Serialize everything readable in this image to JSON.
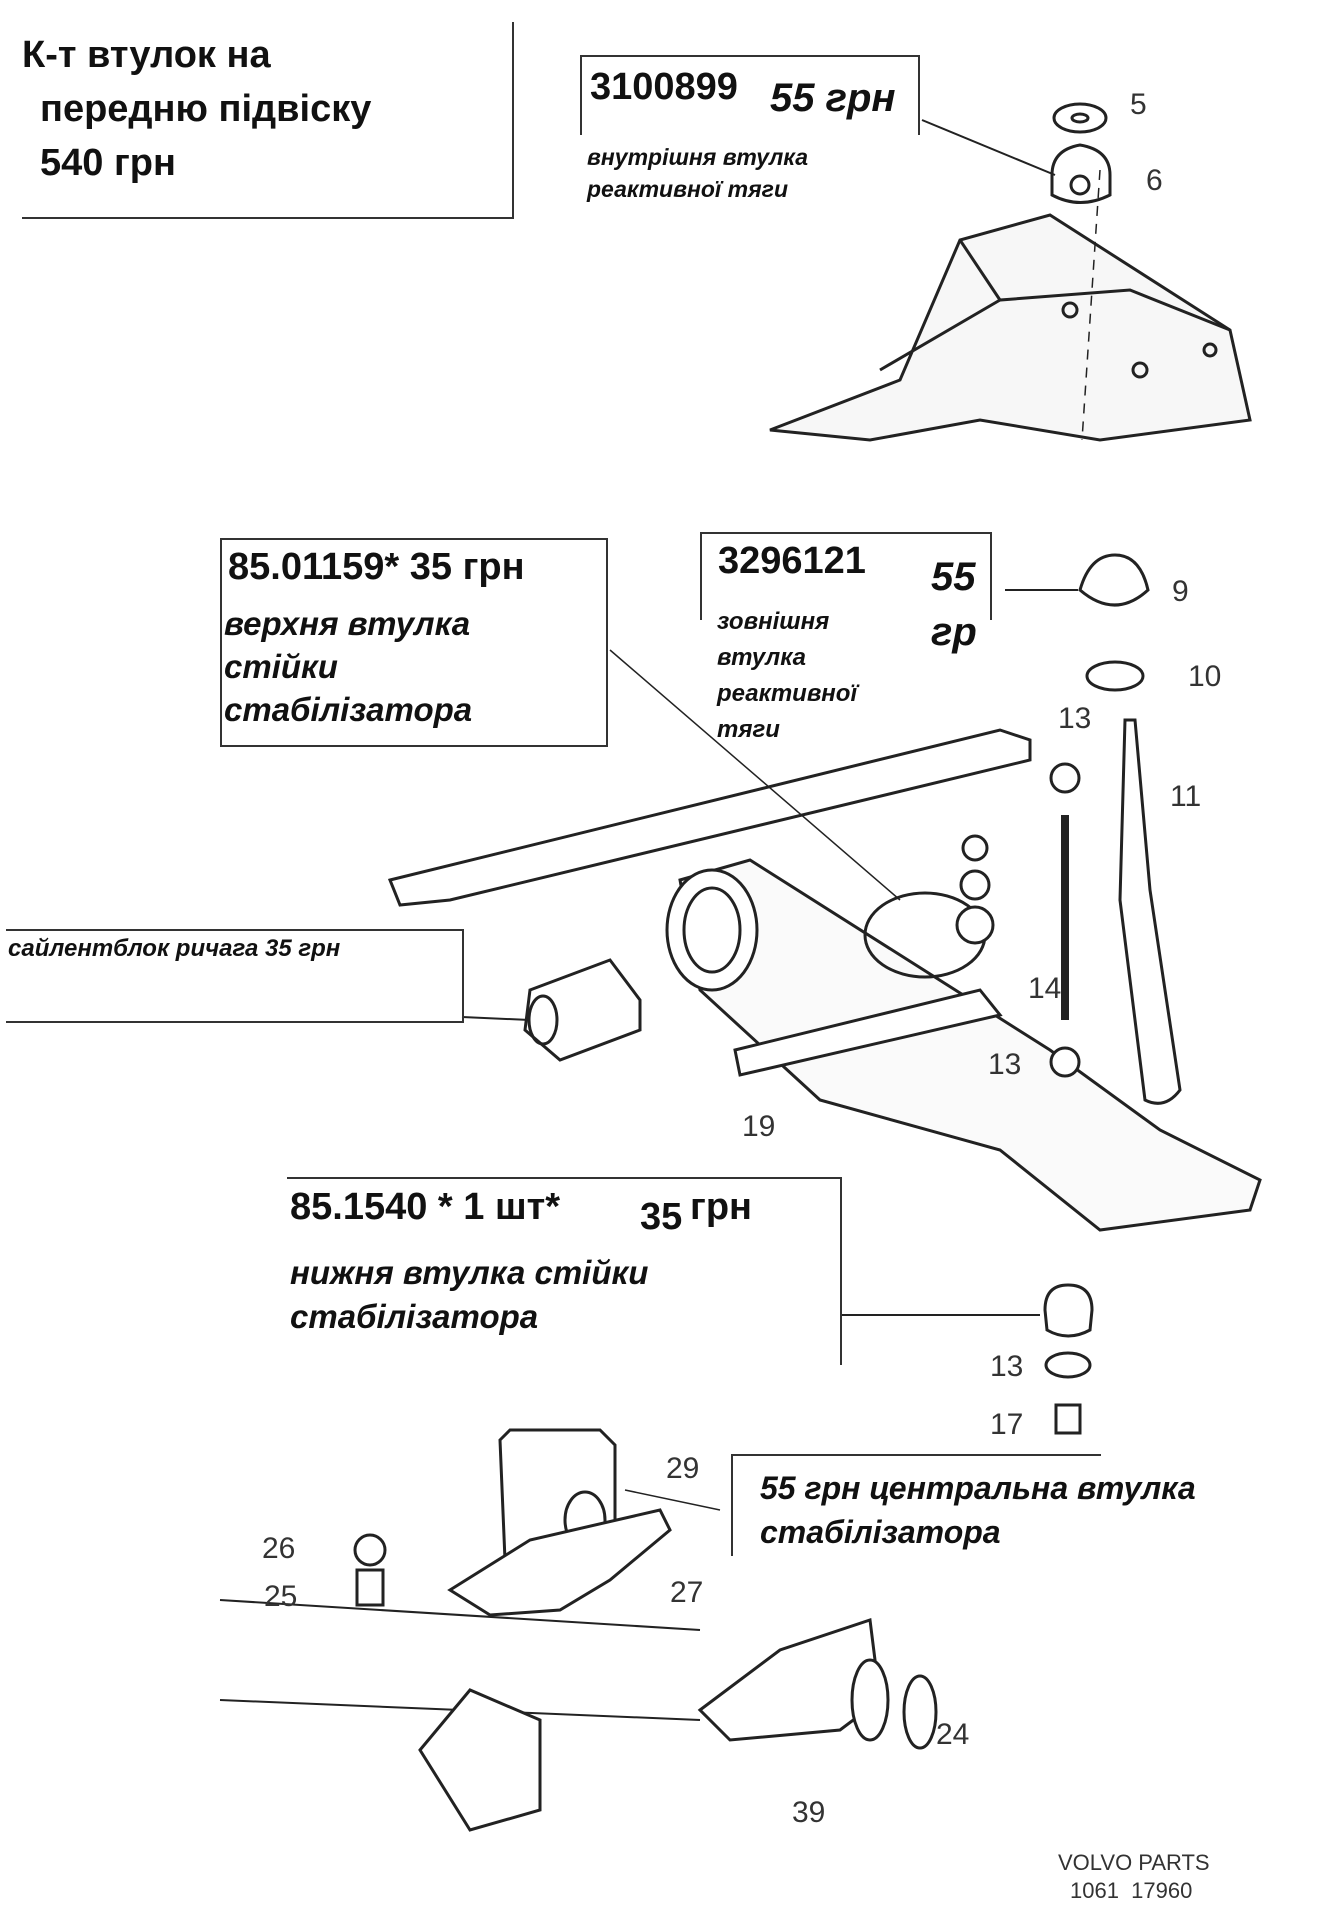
{
  "title_box": {
    "lines": [
      "К-т втулок на",
      "передню підвіску",
      "540 грн"
    ]
  },
  "callouts": [
    {
      "part_no": "3100899",
      "price": "55 грн",
      "desc": [
        "внутрішня втулка",
        "реактивної тяги"
      ]
    },
    {
      "part_no": "85.01159* 35 грн",
      "desc": [
        "верхня втулка",
        "стійки",
        "стабілізатора"
      ]
    },
    {
      "part_no": "3296121",
      "price": [
        "55",
        "гр"
      ],
      "desc": [
        "зовнішня",
        "втулка",
        "реактивної",
        "тяги"
      ]
    },
    {
      "desc": [
        "сайлентблок ричага 35 грн"
      ]
    },
    {
      "part_no": "85.1540 * 1 шт*",
      "price": "35",
      "price_unit": "грн",
      "desc": [
        "нижня втулка стійки",
        "стабілізатора"
      ]
    },
    {
      "desc": [
        "55 грн центральна втулка",
        "стабілізатора"
      ]
    }
  ],
  "part_numbers": [
    "5",
    "6",
    "9",
    "10",
    "13",
    "11",
    "14",
    "13",
    "19",
    "13",
    "17",
    "29",
    "26",
    "25",
    "27",
    "24",
    "39"
  ],
  "footer": {
    "brand": "VOLVO PARTS",
    "code": "1061  17960"
  }
}
